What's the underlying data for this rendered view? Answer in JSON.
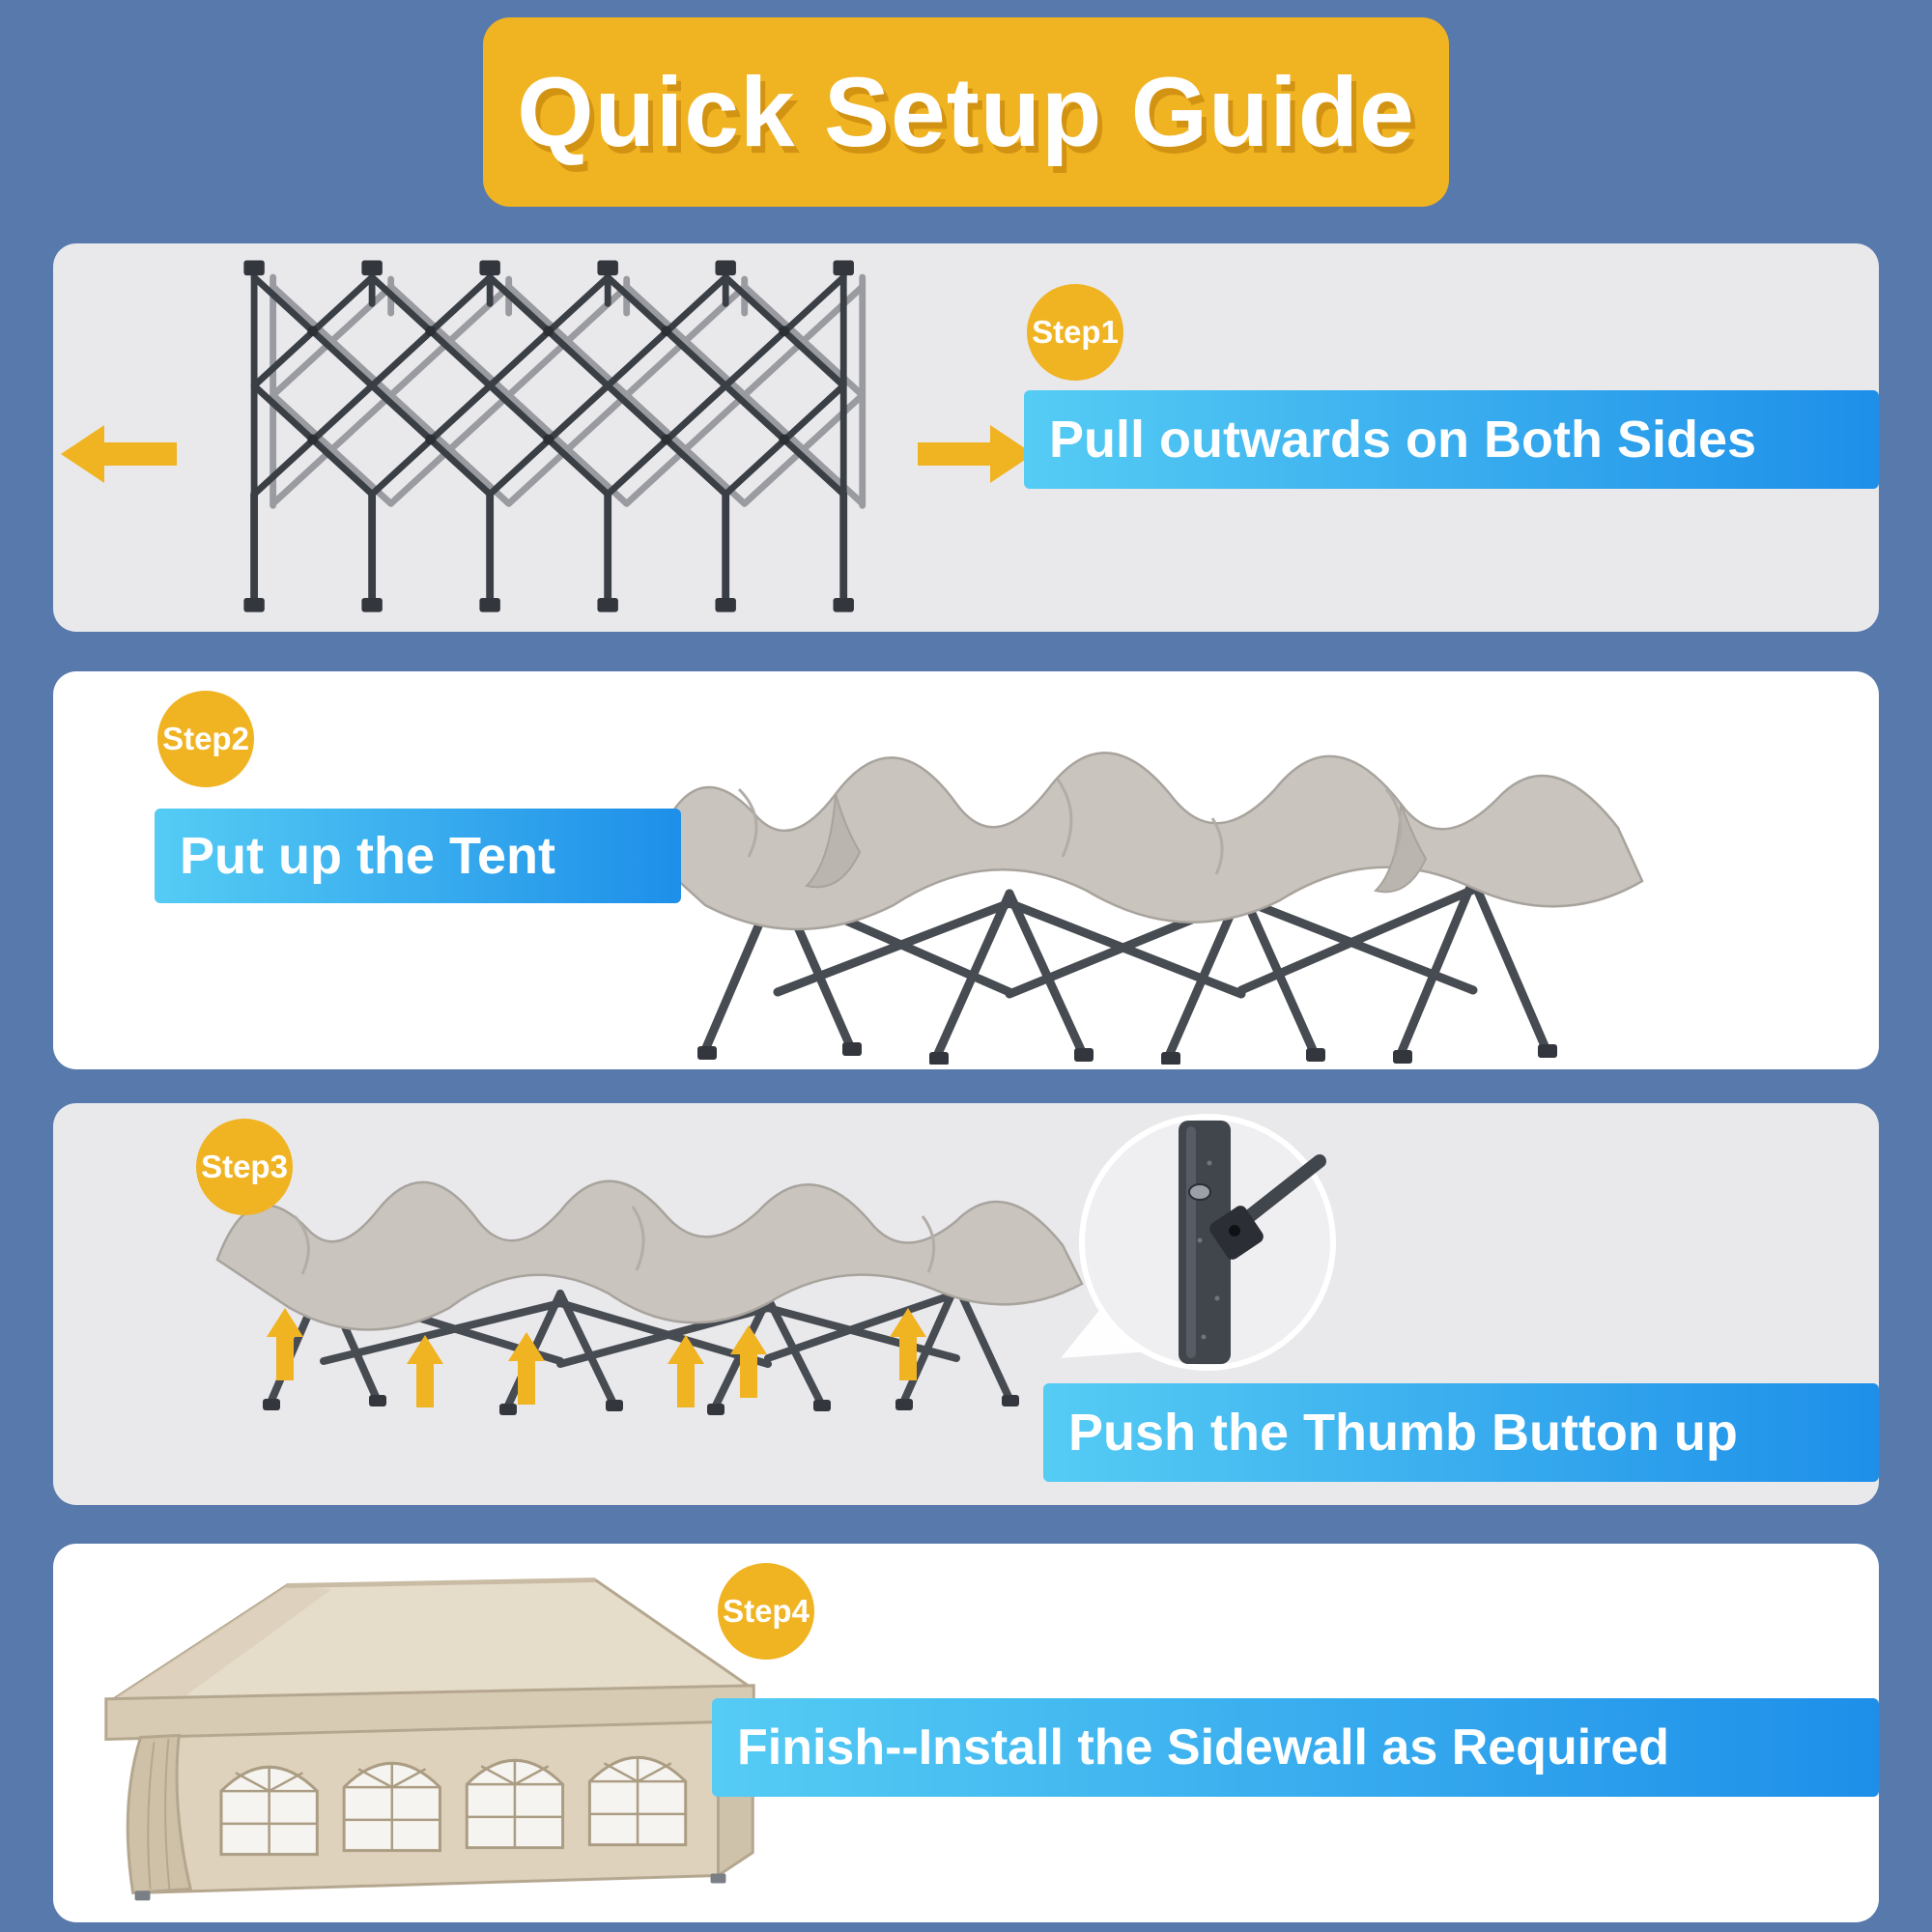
{
  "banner": {
    "title": "Quick Setup Guide"
  },
  "steps": [
    {
      "badge": "Step1",
      "label": "Pull outwards on Both Sides"
    },
    {
      "badge": "Step2",
      "label": "Put up the Tent"
    },
    {
      "badge": "Step3",
      "label": "Push the Thumb Button up"
    },
    {
      "badge": "Step4",
      "label": "Finish--Install the Sidewall as Required"
    }
  ],
  "icons": {
    "left_arrow": "arrow-left",
    "right_arrow": "arrow-right",
    "up_arrows": "arrow-up"
  },
  "colors": {
    "page_background": "#5879ac",
    "banner_yellow": "#f0b322",
    "step_badge_yellow": "#f0b322",
    "arrow_yellow": "#f0b322",
    "label_gradient_start": "#55ccf4",
    "label_gradient_end": "#1e8fe9",
    "panel_gray": "#e9e9ec",
    "panel_white": "#ffffff",
    "frame_metal": "#3a3e45",
    "canopy_fabric_gray": "#c9c4be",
    "tent_beige": "#ded2bd"
  }
}
